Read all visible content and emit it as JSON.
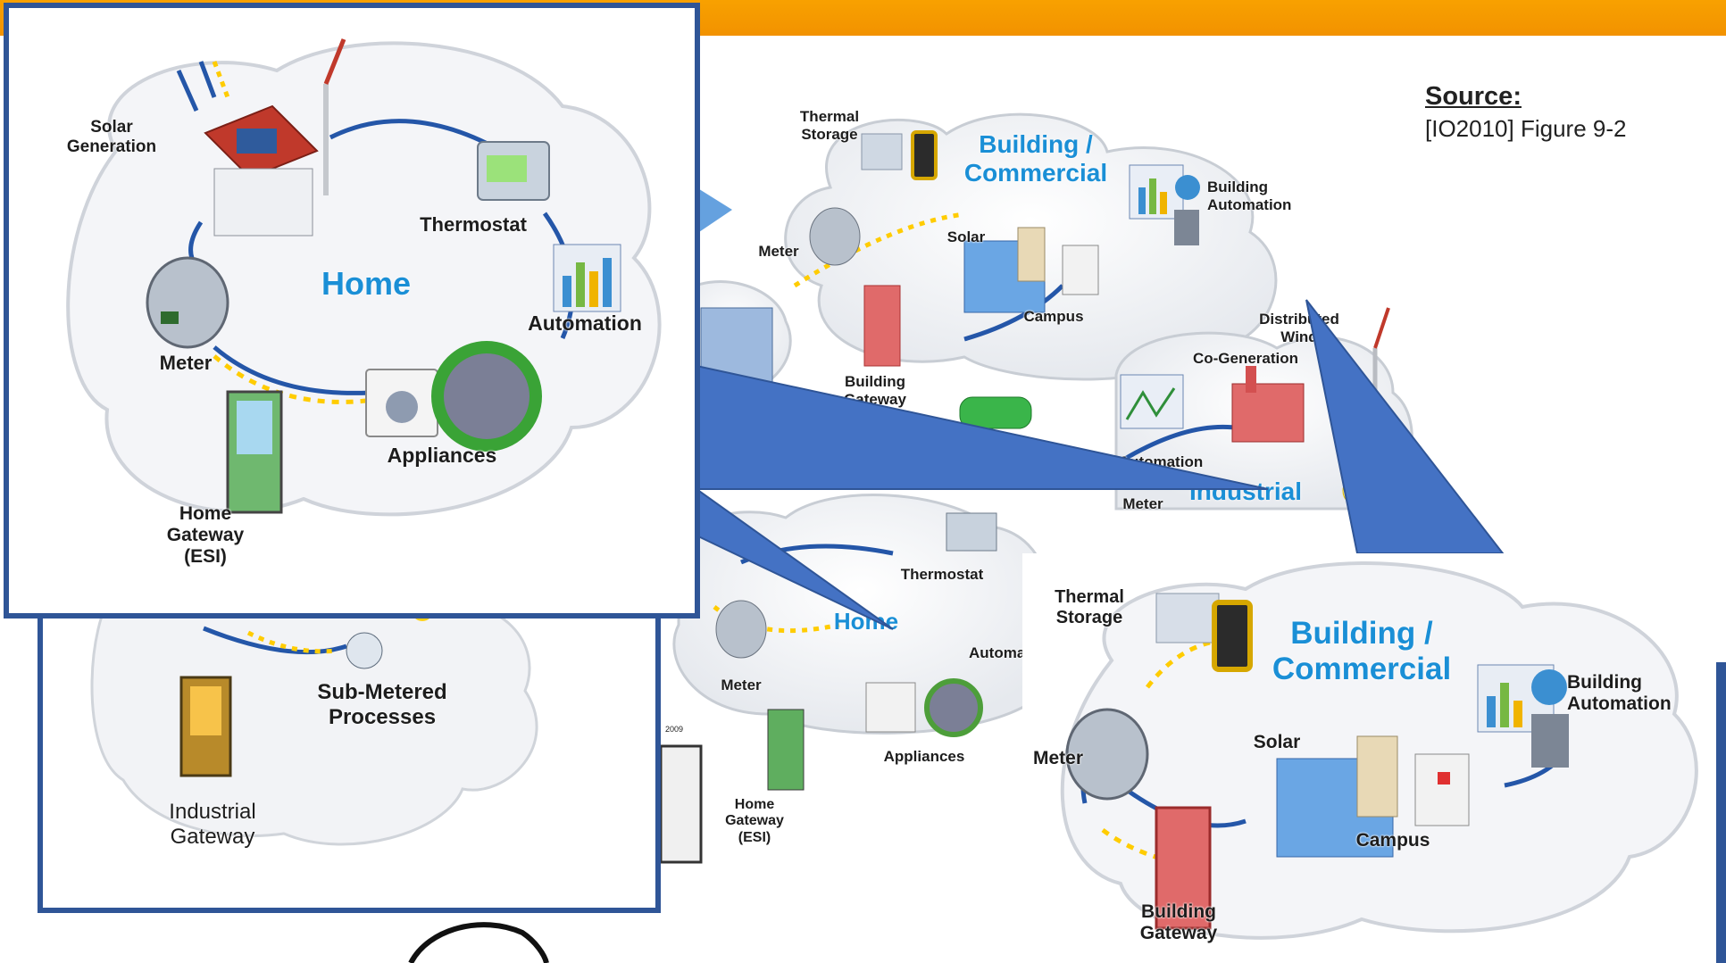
{
  "source": {
    "title": "Source:",
    "text": "[IO2010]  Figure 9-2"
  },
  "background_diagram": {
    "labels": {
      "thermal_storage": "Thermal\nStorage",
      "building_commercial": "Building /\nCommercial",
      "building_automation": "Building\nAutomation",
      "meter_building": "Meter",
      "solar_building": "Solar",
      "campus": "Campus",
      "building_gateway": "Building\nGateway",
      "distributed": "Distributed\nWind",
      "co_generation": "Co-Generation",
      "automation_industrial": "Automation",
      "meter_industrial": "Meter",
      "industrial": "Industrial",
      "thermostat": "Thermostat",
      "home": "Home",
      "automation_home": "Automation",
      "meter_home": "Meter",
      "appliances": "Appliances",
      "home_gateway": "Home\nGateway\n(ESI)",
      "caption_fragment": "2009"
    }
  },
  "home_zoom": {
    "title": "Home",
    "labels": {
      "solar_generation": "Solar\nGeneration",
      "thermostat": "Thermostat",
      "automation": "Automation",
      "meter": "Meter",
      "appliances": "Appliances",
      "home_gateway": "Home\nGateway\n(ESI)"
    }
  },
  "industrial_zoom": {
    "labels": {
      "sub_metered": "Sub-Metered\nProcesses",
      "industrial_gateway": "Industrial\nGateway"
    }
  },
  "building_zoom": {
    "title": "Building /\nCommercial",
    "labels": {
      "thermal_storage": "Thermal\nStorage",
      "building_automation": "Building\nAutomation",
      "meter": "Meter",
      "solar": "Solar",
      "campus": "Campus",
      "building_gateway": "Building\nGateway"
    }
  },
  "colors": {
    "accent_orange": "#f29200",
    "callout_blue": "#4472c4",
    "border_blue": "#2f5597",
    "title_blue": "#1a8fd6"
  }
}
